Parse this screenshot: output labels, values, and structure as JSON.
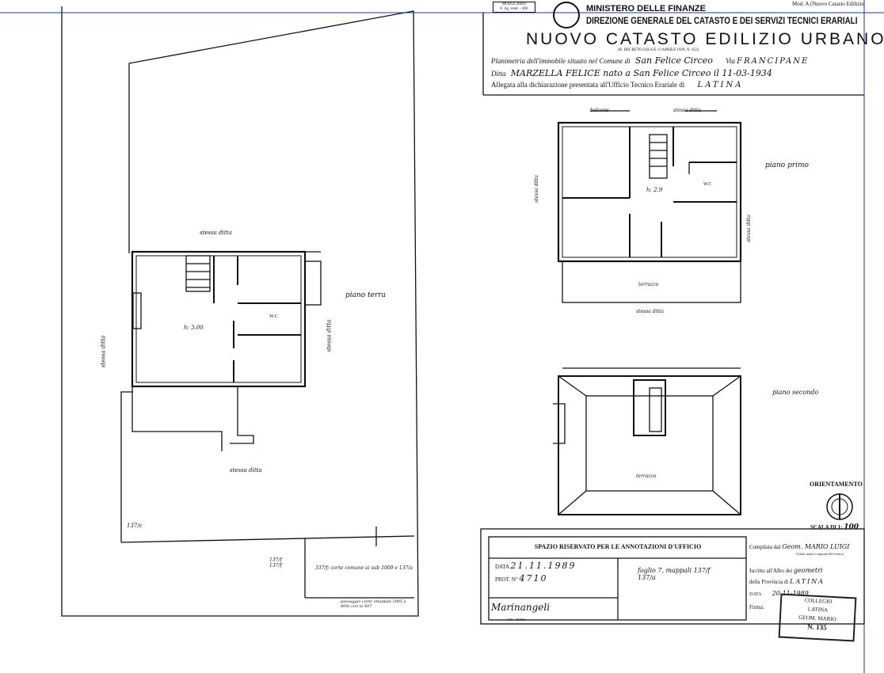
{
  "form": {
    "model_box": "MODULARIO\nF. rig. rend. - 496",
    "mod_label": "Mod. A (Nuovo Catasto Edilizio",
    "ministry": "MINISTERO DELLE FINANZE",
    "directorate": "DIREZIONE GENERALE DEL CATASTO E DEI SERVIZI TECNICI ERARIALI",
    "main_title": "NUOVO CATASTO EDILIZIO URBANO",
    "decree": "(R. DECRETO-LEGGE 13 APRILE 1939, N. 652)"
  },
  "property": {
    "planimetria_label": "Planimetria dell'immobile situato nel Comune di",
    "comune": "San Felice Circeo",
    "via_label": "Via",
    "via": "FRANCIPANE",
    "ditta_label": "Ditta",
    "ditta": "MARZELLA FELICE nato a San Felice Circeo il 11-03-1934",
    "allegata_label": "Allegata alla dichiarazione presentata all'Ufficio Tecnico Erariale di",
    "ufficio": "LATINA"
  },
  "plan_labels": {
    "ground_floor": "piano terra",
    "first_floor": "piano primo",
    "second_floor": "piano secondo",
    "height_ground": "h: 3.00",
    "height_first": "h: 2.9",
    "wc1": "W.C",
    "wc2": "W.C",
    "terrace1": "terrazzo",
    "terrace2": "terrazzo",
    "balcony": "balcone",
    "other_owner_top": "stessa ditta",
    "other_owner_left": "stessa ditta",
    "other_owner_right": "stessa ditta",
    "other_owner_bottom": "stessa ditta",
    "fp_other_top": "stessa ditta",
    "fp_other_left": "stessa ditta",
    "fp_other_right": "stessa ditta",
    "fp_other_bottom": "stessa ditta",
    "mappale_left": "137/c",
    "note_1": "137/f\n137/f",
    "note_2": "337/f: corte comune ai sub 1009 e 137/a",
    "note_3": "passaggio corte (mappali 1005 e 409) con la 497"
  },
  "orientation": {
    "label": "ORIENTAMENTO",
    "scale_label": "SCALA DI 1:",
    "scale_value": "100"
  },
  "office": {
    "title": "SPAZIO RISERVATO PER LE ANNOTAZIONI D'UFFICIO",
    "data_label": "DATA",
    "data_value": "21.11.1989",
    "prot_label": "PROT. N°",
    "prot_value": "4710",
    "foglio": "foglio 7, mappali 137/f 137/a",
    "signature": "Marinangeli",
    "printer": "I.P.S. - ROMA"
  },
  "compiler": {
    "compilata_label": "Compilata dal",
    "compilata_value": "Geom. MARIO LUIGI",
    "compilata_hint": "(Titolo, nome e cognome del tecnico)",
    "albo_label": "Iscritto all'Albo dei",
    "albo_value": "geometri",
    "provincia_label": "della Provincia di",
    "provincia_value": "LATINA",
    "data_label": "DATA",
    "data_value": "20-11-1989",
    "firma_label": "Firma:",
    "stamp_line1": "COLLEGIO",
    "stamp_line2": "LATINA",
    "stamp_line3": "GEOM. MARIO",
    "stamp_line4": "N. 135"
  }
}
